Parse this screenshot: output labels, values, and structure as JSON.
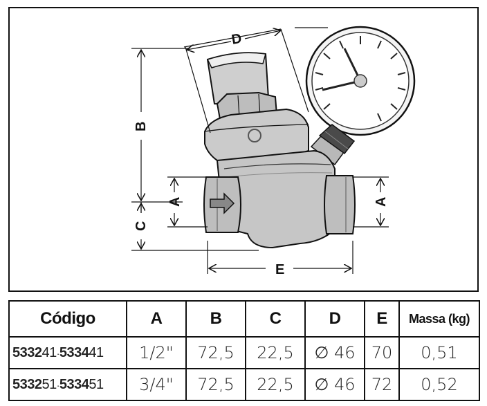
{
  "drawing": {
    "dimension_labels": {
      "a_left": "A",
      "a_right": "A",
      "b": "B",
      "c": "C",
      "d": "D",
      "e": "E"
    }
  },
  "table": {
    "headers": [
      "Código",
      "A",
      "B",
      "C",
      "D",
      "E",
      "Massa (kg)"
    ],
    "rows": [
      {
        "code_1_bold": "5332",
        "code_1_rest": "41",
        "separator": "·",
        "code_2_bold": "5334",
        "code_2_rest": "41",
        "a": "1/2\"",
        "b": "72,5",
        "c": "22,5",
        "d": "∅ 46",
        "e": "70",
        "massa": "0,51"
      },
      {
        "code_1_bold": "5332",
        "code_1_rest": "51",
        "separator": "·",
        "code_2_bold": "5334",
        "code_2_rest": "51",
        "a": "3/4\"",
        "b": "72,5",
        "c": "22,5",
        "d": "∅ 46",
        "e": "72",
        "massa": "0,52"
      }
    ]
  }
}
